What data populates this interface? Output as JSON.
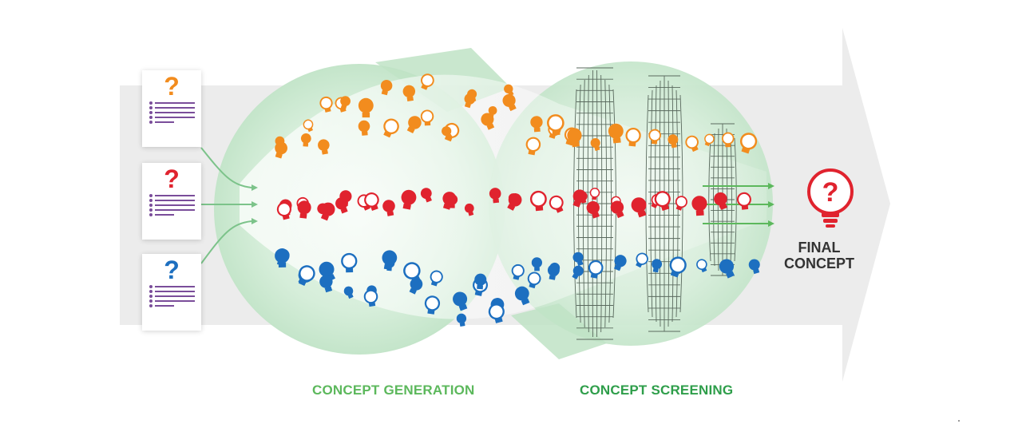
{
  "labels": {
    "generation": "CONCEPT GENERATION",
    "screening": "CONCEPT SCREENING",
    "final_line1": "FINAL",
    "final_line2": "CONCEPT"
  },
  "question_cards": [
    {
      "mark": "?",
      "color": "#f28c1e"
    },
    {
      "mark": "?",
      "color": "#e0232e"
    },
    {
      "mark": "?",
      "color": "#1d6fc0"
    }
  ],
  "final_icon": {
    "mark": "?",
    "color": "#e0232e"
  },
  "colors": {
    "orange": "#f28c1e",
    "red": "#e0232e",
    "blue": "#1d6fc0",
    "green_label": "#5cb85c",
    "green_label_dark": "#2e9e4a",
    "circle_fill": "#cfe9d4",
    "arrow_grey": "#ececec"
  }
}
